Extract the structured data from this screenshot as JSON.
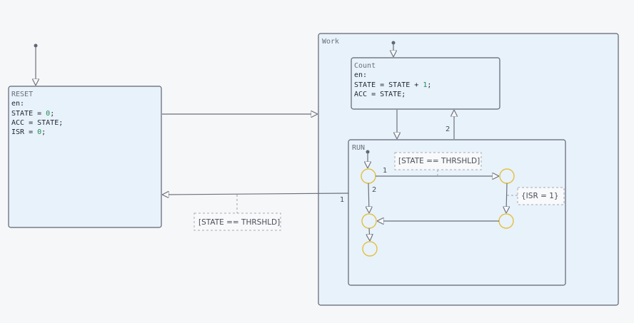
{
  "states": {
    "reset": {
      "title": "RESET",
      "lines": [
        "en:",
        "STATE = ",
        "ACC = STATE;",
        "ISR = "
      ],
      "values": [
        "0",
        "0"
      ]
    },
    "work": {
      "title": "Work"
    },
    "count": {
      "title": "Count",
      "lines": [
        "en:",
        "STATE = STATE + ",
        "ACC = STATE;"
      ],
      "values": [
        "1"
      ]
    },
    "run": {
      "title": "RUN"
    }
  },
  "guards": {
    "reset_guard": "[STATE == THRSHLD]",
    "run_guard": "[STATE == THRSHLD]",
    "isr_action": "{ISR = 1}"
  },
  "order_labels": {
    "work_to_reset": "1",
    "run_to_count": "2",
    "j1_right": "1",
    "j1_down": "2"
  },
  "colors": {
    "state_fill": "#e8f2fb",
    "junction": "#e2c040",
    "edge": "#6c707a"
  }
}
